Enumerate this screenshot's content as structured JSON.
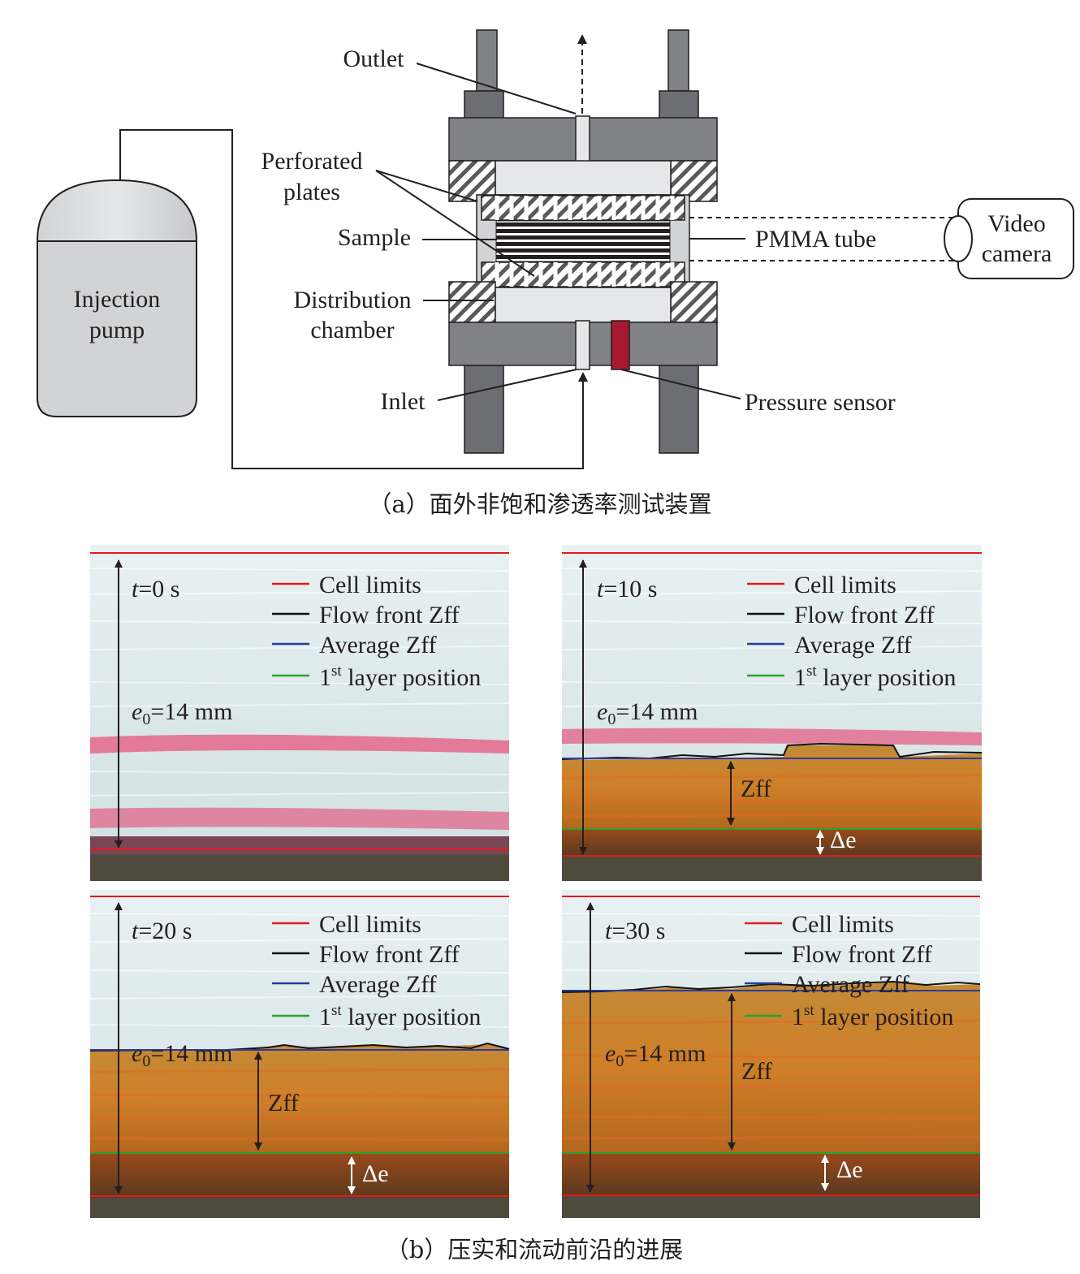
{
  "figure_a": {
    "labels": {
      "outlet": "Outlet",
      "perforated_1": "Perforated",
      "perforated_2": "plates",
      "sample": "Sample",
      "distribution_1": "Distribution",
      "distribution_2": "chamber",
      "inlet": "Inlet",
      "pmma": "PMMA tube",
      "pressure": "Pressure sensor",
      "camera_1": "Video",
      "camera_2": "camera",
      "pump_1": "Injection",
      "pump_2": "pump"
    },
    "caption": "（a）面外非饱和渗透率测试装置",
    "colors": {
      "frame": "#808285",
      "frame_dark": "#6d6e71",
      "chamber": "#e6e7e8",
      "sensor": "#a6192e"
    }
  },
  "figure_b": {
    "caption": "（b）压实和流动前沿的进展",
    "legend": {
      "cell_limits": "Cell limits",
      "flow_front": "Flow front Zff",
      "average": "Average Zff",
      "first_layer_pre": "1",
      "first_layer_sup": "st",
      "first_layer_post": " layer position"
    },
    "thickness_var": "e",
    "thickness_sub": "0",
    "thickness_val": "=14 mm",
    "zff": "Zff",
    "delta_e": "Δe",
    "colors": {
      "cell": "#e41a1c",
      "front": "#111111",
      "average": "#2b3a97",
      "first_layer": "#2ca02c",
      "dry": "#dde9ea",
      "wet": "#c9862c"
    },
    "panels": [
      {
        "t_var": "t",
        "t_val": "=0 s"
      },
      {
        "t_var": "t",
        "t_val": "=10 s"
      },
      {
        "t_var": "t",
        "t_val": "=20 s"
      },
      {
        "t_var": "t",
        "t_val": "=30 s"
      }
    ]
  }
}
